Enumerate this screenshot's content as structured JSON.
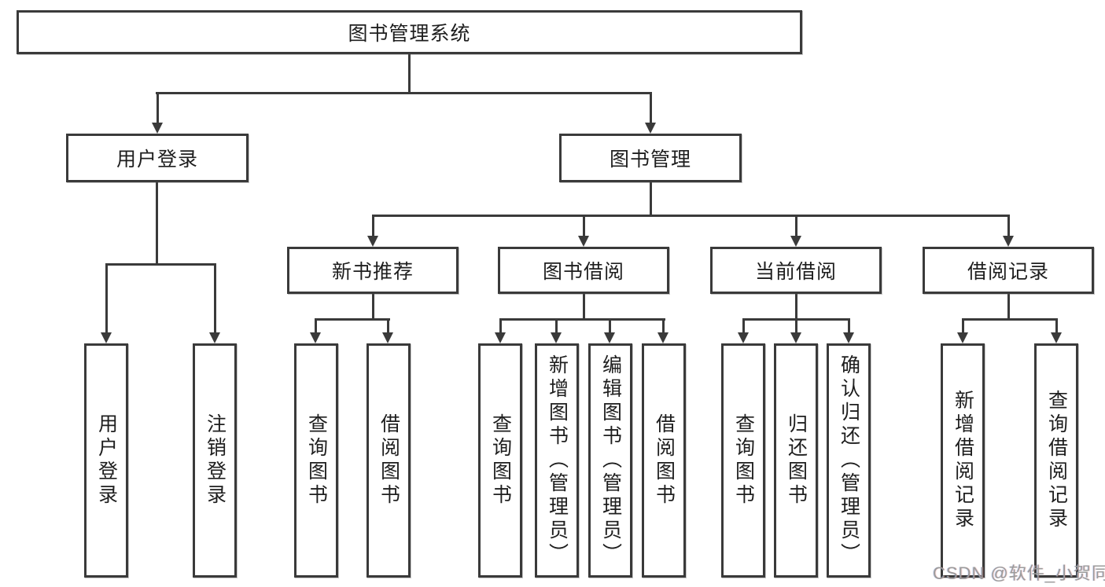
{
  "diagram": {
    "root": {
      "label": "图书管理系统"
    },
    "level2": [
      {
        "label": "用户登录"
      },
      {
        "label": "图书管理"
      }
    ],
    "level3": [
      {
        "label": "新书推荐"
      },
      {
        "label": "图书借阅"
      },
      {
        "label": "当前借阅"
      },
      {
        "label": "借阅记录"
      }
    ],
    "leaves": {
      "user_login_group": [
        {
          "label": "用户登录"
        },
        {
          "label": "注销登录"
        }
      ],
      "new_book_group": [
        {
          "label": "查询图书"
        },
        {
          "label": "借阅图书"
        }
      ],
      "book_borrow_group": [
        {
          "label": "查询图书"
        },
        {
          "label": "新增图书（管理员）"
        },
        {
          "label": "编辑图书（管理员）"
        },
        {
          "label": "借阅图书"
        }
      ],
      "current_borrow_group": [
        {
          "label": "查询图书"
        },
        {
          "label": "归还图书"
        },
        {
          "label": "确认归还（管理员）"
        }
      ],
      "borrow_record_group": [
        {
          "label": "新增借阅记录"
        },
        {
          "label": "查询借阅记录"
        }
      ]
    }
  },
  "watermark": "CSDN @软件_小贺同学",
  "colors": {
    "line": "#3a3a3a",
    "text": "#1e1e1e",
    "watermark_gray": "#9b9b9b",
    "background": "#ffffff"
  }
}
